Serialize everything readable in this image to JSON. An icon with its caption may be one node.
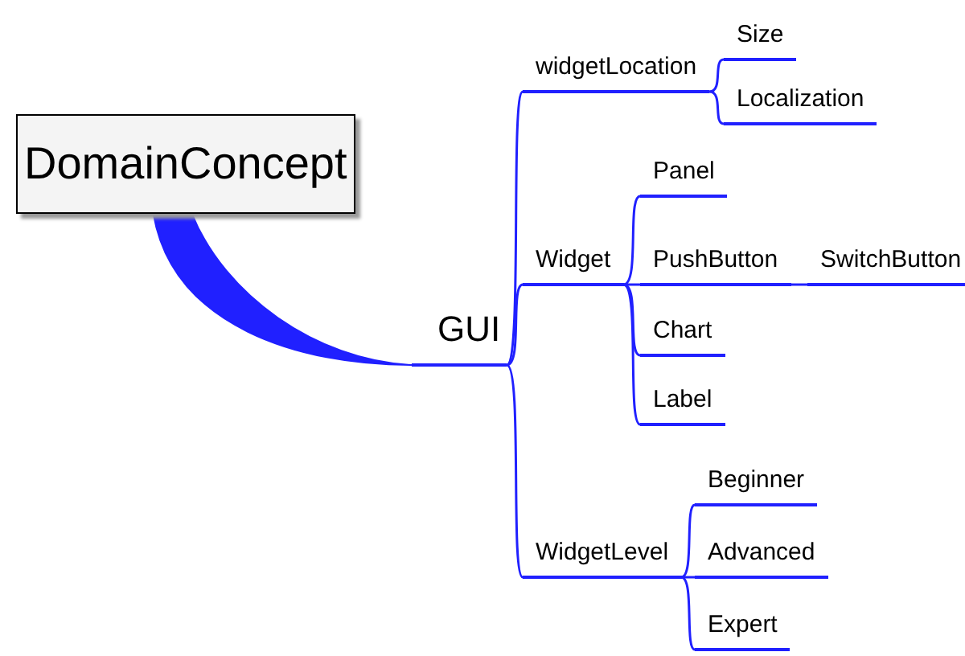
{
  "diagram": {
    "nodes": [
      {
        "text": [
          "DomainConcept"
        ]
      },
      {
        "text": [
          "GUI"
        ]
      },
      {
        "text": [
          "widgetLocation"
        ]
      },
      {
        "text": [
          "Size"
        ]
      },
      {
        "text": [
          "Localization"
        ]
      },
      {
        "text": [
          "Widget"
        ]
      },
      {
        "text": [
          "Panel"
        ]
      },
      {
        "text": [
          "PushButton"
        ]
      },
      {
        "text": [
          "SwitchButton"
        ]
      },
      {
        "text": [
          "Chart"
        ]
      },
      {
        "text": [
          "Label"
        ]
      },
      {
        "text": [
          "WidgetLevel"
        ]
      },
      {
        "text": [
          "Beginner"
        ]
      },
      {
        "text": [
          "Advanced"
        ]
      },
      {
        "text": [
          "Expert"
        ]
      }
    ],
    "edges": [
      {
        "from": 0,
        "to": 1,
        "arrow": "none",
        "style": "thick"
      },
      {
        "from": 1,
        "to": 2,
        "arrow": "none"
      },
      {
        "from": 1,
        "to": 5,
        "arrow": "none"
      },
      {
        "from": 1,
        "to": 11,
        "arrow": "none"
      },
      {
        "from": 2,
        "to": 3,
        "arrow": "none"
      },
      {
        "from": 2,
        "to": 4,
        "arrow": "none"
      },
      {
        "from": 5,
        "to": 6,
        "arrow": "none"
      },
      {
        "from": 5,
        "to": 7,
        "arrow": "none"
      },
      {
        "from": 5,
        "to": 9,
        "arrow": "none"
      },
      {
        "from": 5,
        "to": 10,
        "arrow": "none"
      },
      {
        "from": 7,
        "to": 8,
        "arrow": "none"
      },
      {
        "from": 11,
        "to": 12,
        "arrow": "none"
      },
      {
        "from": 11,
        "to": 13,
        "arrow": "none"
      },
      {
        "from": 11,
        "to": 14,
        "arrow": "none"
      }
    ]
  }
}
